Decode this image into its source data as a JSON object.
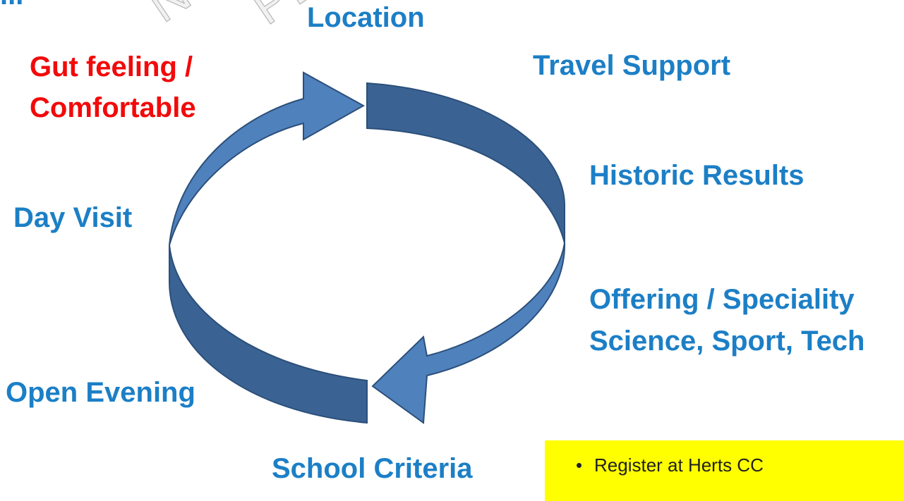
{
  "labels": {
    "cut_top": "...",
    "location": "Location",
    "travel_support": "Travel Support",
    "gut_feeling_line1": "Gut feeling /",
    "gut_feeling_line2": "Comfortable",
    "historic_results": "Historic Results",
    "day_visit": "Day Visit",
    "offering_line1": "Offering / Speciality",
    "offering_line2": "Science, Sport, Tech",
    "open_evening": "Open Evening",
    "school_criteria": "School Criteria"
  },
  "note": {
    "bullet": "•",
    "item": "Register at Herts CC"
  },
  "watermark": {
    "line1": "NOT TO BE COPIED OR SHARED WITHOUT",
    "line2": "PERMISSION FROM MOCK TRANSFER"
  },
  "colors": {
    "label_blue": "#1c7fc6",
    "label_red": "#f20a0a",
    "arrow_light": "#4f81bd",
    "arrow_dark": "#3a6394",
    "arrow_outline": "#2b4f7a",
    "note_background": "#ffff00"
  },
  "icons": {
    "upper_arrow": "curved-arrow-clockwise",
    "lower_arrow": "curved-arrow-counterclockwise"
  }
}
